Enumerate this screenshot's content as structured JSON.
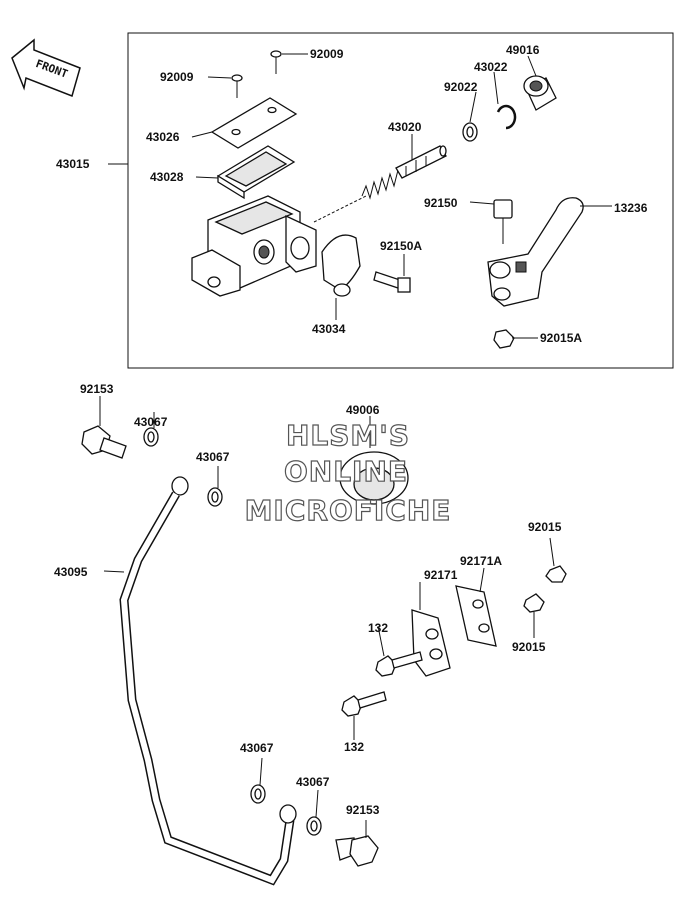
{
  "diagram": {
    "front_label": "FRONT",
    "watermark": [
      "HLSM'S",
      "ONLINE",
      "MICROFICHE"
    ],
    "labels": {
      "p92009a": "92009",
      "p92009b": "92009",
      "p43026": "43026",
      "p43028": "43028",
      "p43015": "43015",
      "p43020": "43020",
      "p92022": "92022",
      "p43022": "43022",
      "p49016": "49016",
      "p92150": "92150",
      "p13236": "13236",
      "p92150A": "92150A",
      "p43034": "43034",
      "p92015A": "92015A",
      "p92153a": "92153",
      "p43067a": "43067",
      "p43067b": "43067",
      "p49006": "49006",
      "p43095": "43095",
      "p92015a": "92015",
      "p92171": "92171",
      "p92171A": "92171A",
      "p132a": "132",
      "p92015b": "92015",
      "p132b": "132",
      "p43067c": "43067",
      "p43067d": "43067",
      "p92153b": "92153"
    }
  }
}
